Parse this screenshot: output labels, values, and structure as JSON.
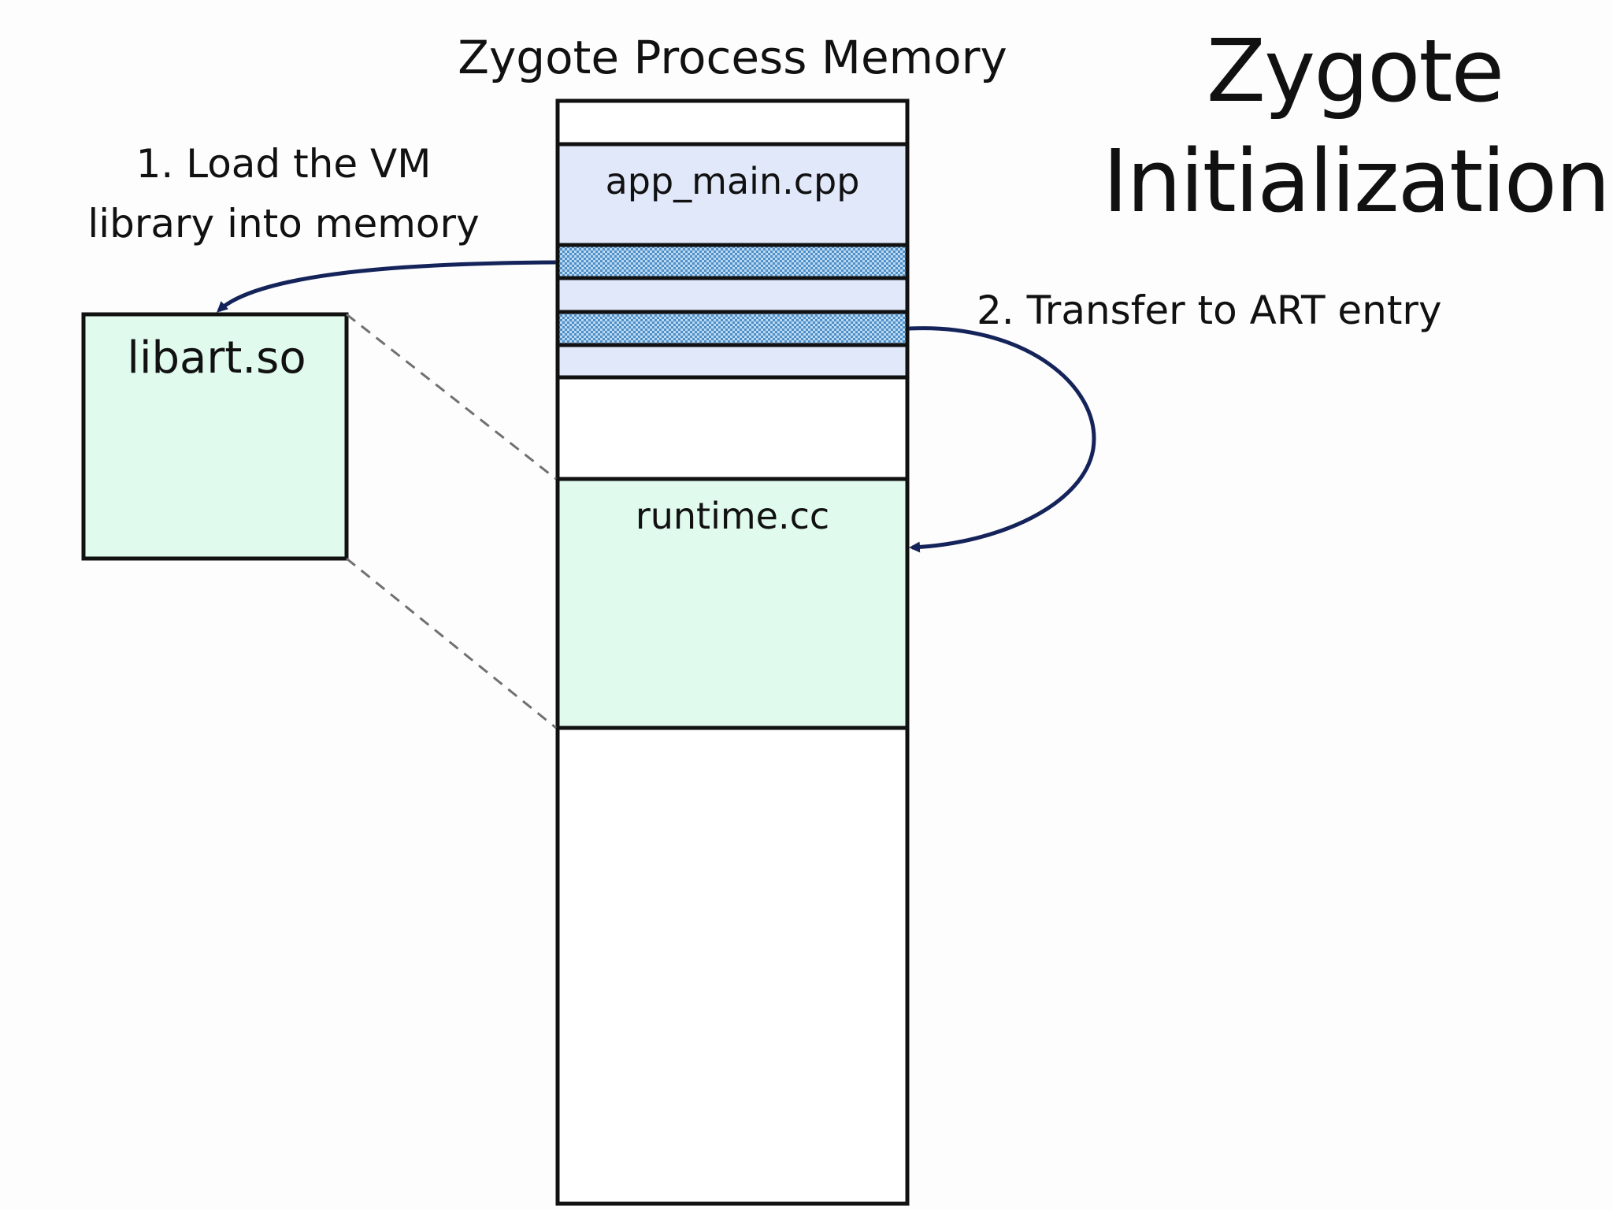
{
  "slide": {
    "title_line1": "Zygote",
    "title_line2": "Initialization"
  },
  "memory": {
    "caption": "Zygote Process Memory",
    "regions": {
      "app_main": "app_main.cpp",
      "runtime": "runtime.cc"
    }
  },
  "library": {
    "name": "libart.so"
  },
  "steps": {
    "step1_line1": "1.  Load the VM",
    "step1_line2": "library into memory",
    "step2": "2.  Transfer to ART entry"
  },
  "colors": {
    "app_main_fill": "#e0e8fa",
    "runtime_fill": "#e0faee",
    "libart_fill": "#e0faee",
    "hatch_fill": "#6fa8d8",
    "arrow": "#14235a",
    "dashed_line": "#707070",
    "outline": "#111111"
  },
  "icons": {
    "step1_arrow": "curved-arrow-left",
    "step2_arrow": "curved-arrow-loop"
  }
}
